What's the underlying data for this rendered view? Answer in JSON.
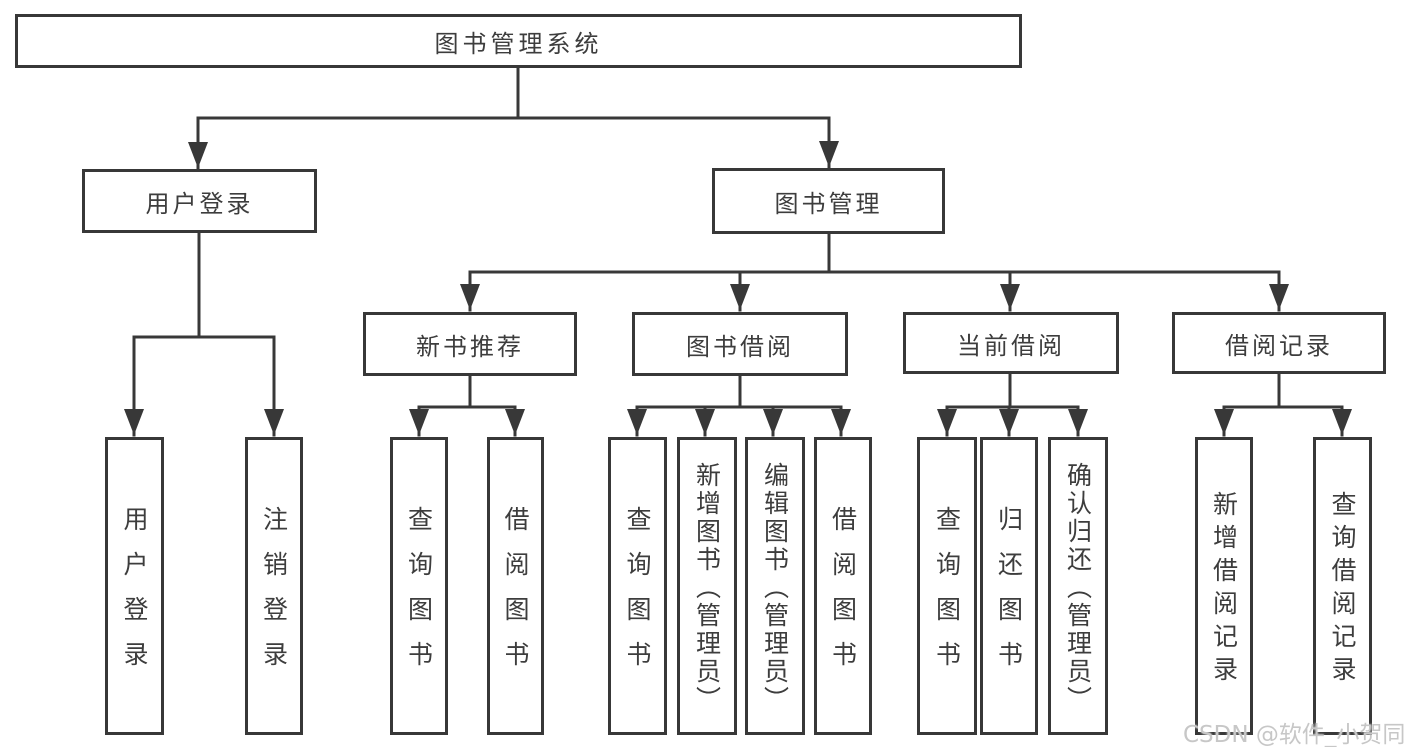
{
  "tree": {
    "label": "图书管理系统",
    "children": [
      {
        "label": "用户登录",
        "children": [
          {
            "label": "用户登录"
          },
          {
            "label": "注销登录"
          }
        ]
      },
      {
        "label": "图书管理",
        "children": [
          {
            "label": "新书推荐",
            "children": [
              {
                "label": "查询图书"
              },
              {
                "label": "借阅图书"
              }
            ]
          },
          {
            "label": "图书借阅",
            "children": [
              {
                "label": "查询图书"
              },
              {
                "label": "新增图书（管理员）"
              },
              {
                "label": "编辑图书（管理员）"
              },
              {
                "label": "借阅图书"
              }
            ]
          },
          {
            "label": "当前借阅",
            "children": [
              {
                "label": "查询图书"
              },
              {
                "label": "归还图书"
              },
              {
                "label": "确认归还（管理员）"
              }
            ]
          },
          {
            "label": "借阅记录",
            "children": [
              {
                "label": "新增借阅记录"
              },
              {
                "label": "查询借阅记录"
              }
            ]
          }
        ]
      }
    ]
  },
  "watermark": {
    "text": "CSDN @软件_小贺同学"
  },
  "colors": {
    "line": "#383838",
    "text": "#3d3d3d",
    "box_fill": "#ffffff",
    "background": "#ffffff",
    "watermark": "#c7c7c7"
  }
}
